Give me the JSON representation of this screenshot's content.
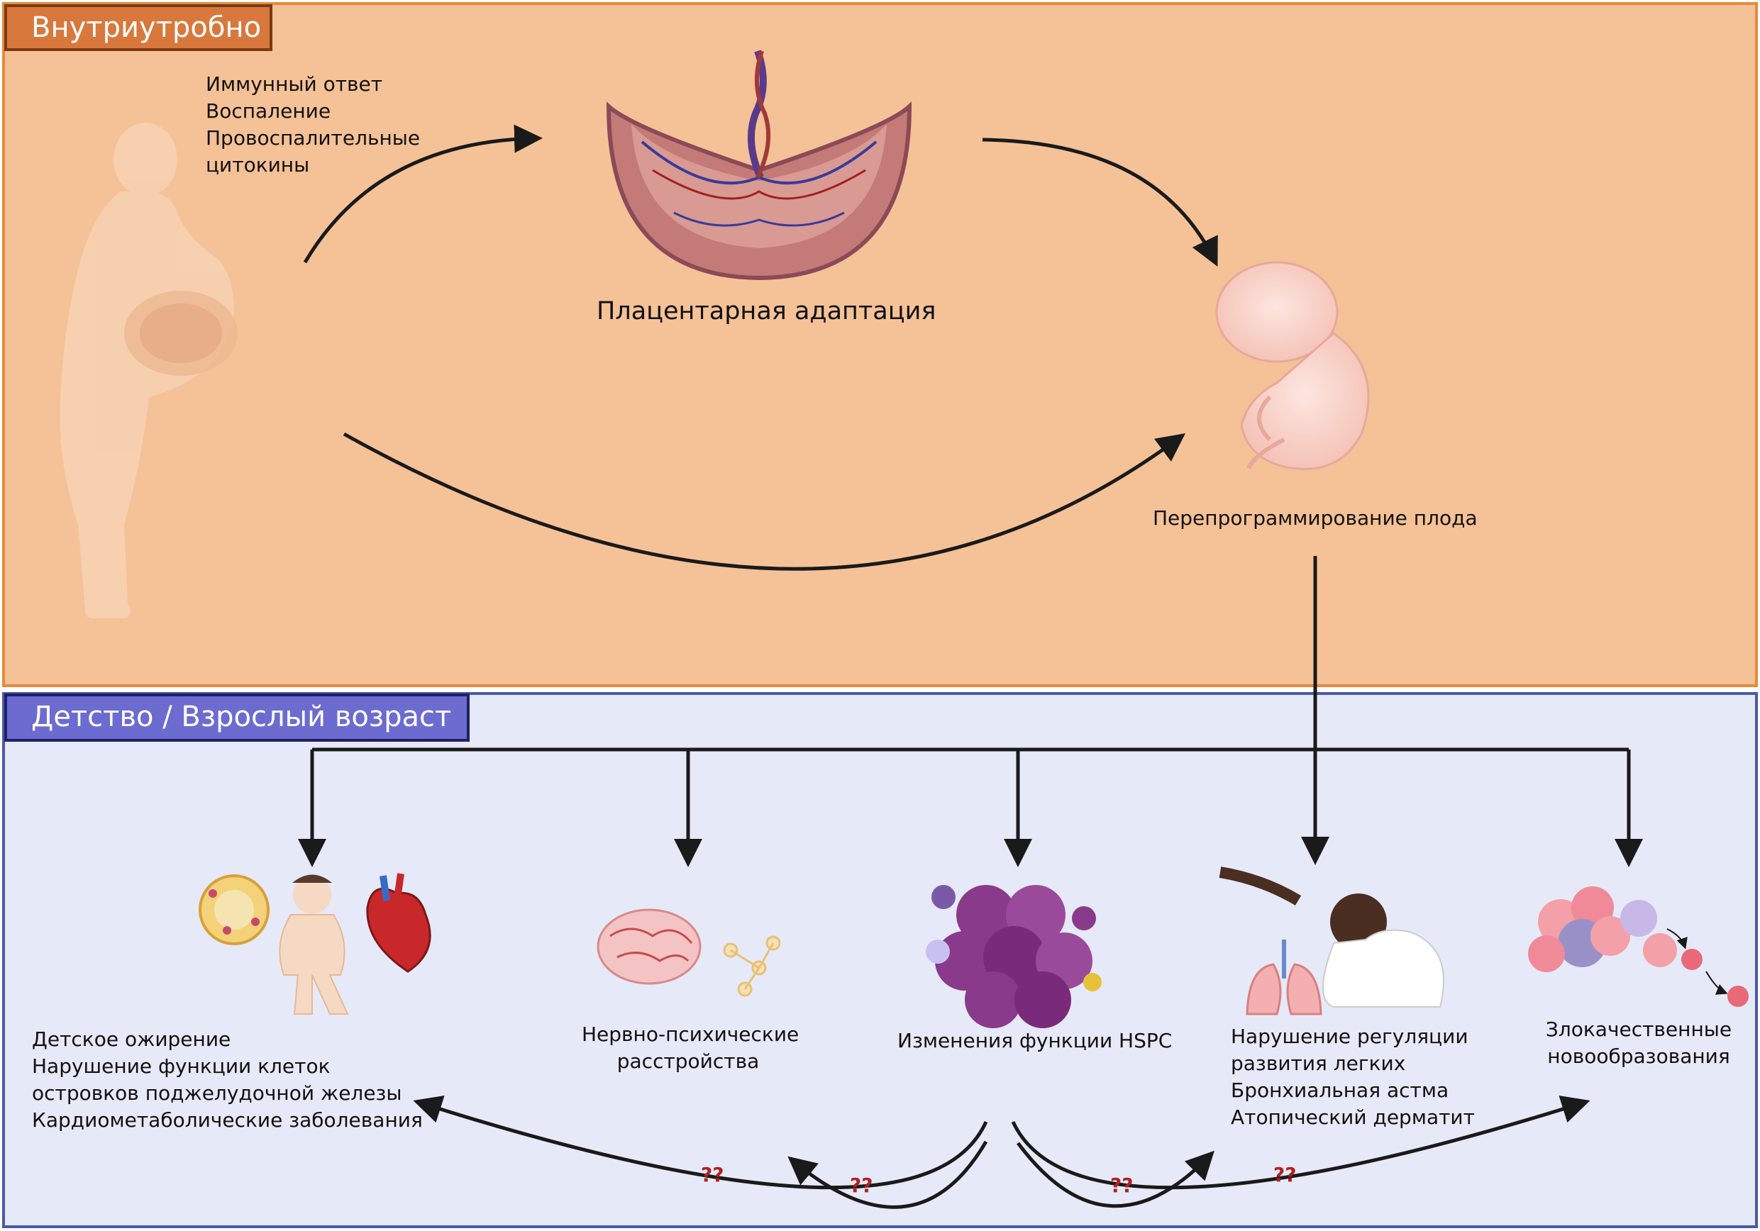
{
  "panels": {
    "top_label": "Внутриутробно",
    "bottom_label": "Детство / Взрослый возраст"
  },
  "maternal_factors": [
    "Иммунный ответ",
    "Воспаление",
    "Провоспалительные",
    "цитокины"
  ],
  "placenta_label": "Плацентарная адаптация",
  "fetus_label": "Перепрограммирование плода",
  "outcomes": {
    "metabolic": [
      "Детское ожирение",
      "Нарушение функции клеток",
      "островков поджелудочной железы",
      "Кардиометаболические заболевания"
    ],
    "neuro": [
      "Нервно-психические",
      "расстройства"
    ],
    "hspc": [
      "Изменения функции HSPC"
    ],
    "lung": [
      "Нарушение регуляции",
      "развития легких",
      "Бронхиальная астма",
      "Атопический дерматит"
    ],
    "cancer": [
      "Злокачественные",
      "новообразования"
    ]
  },
  "unknown_links": [
    "??",
    "??",
    "??",
    "??"
  ],
  "colors": {
    "top_panel": "#f5c196",
    "top_border": "#e58a3c",
    "bottom_panel": "#e6e9f7",
    "bottom_border": "#4a5aa8",
    "question_marks": "#b02020"
  }
}
